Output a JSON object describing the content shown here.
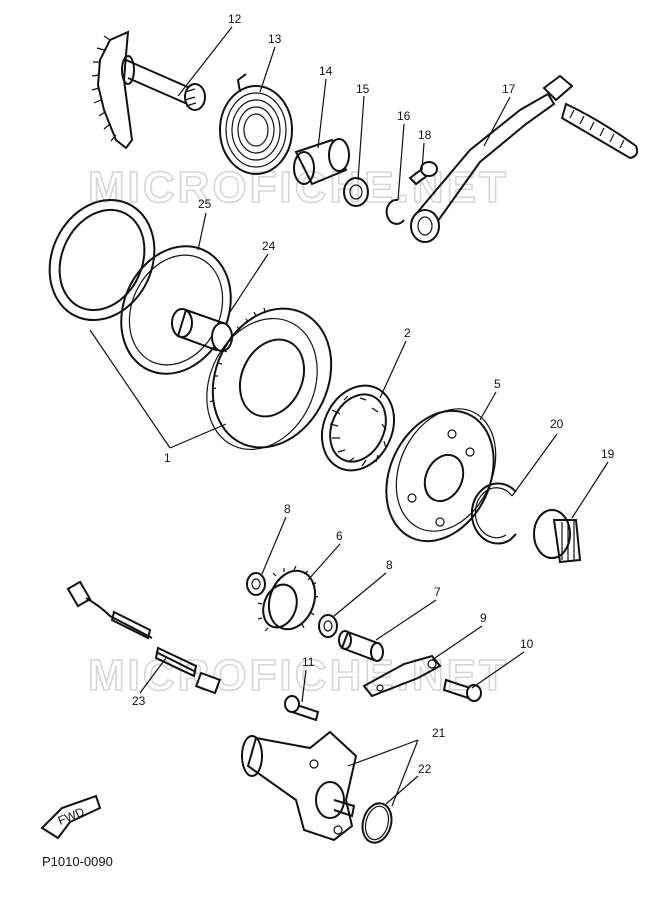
{
  "diagram": {
    "code": "P1010-0090",
    "watermark": [
      "MICROFICHE.NET",
      "MICROFICHE.NET"
    ],
    "fwd_label": "FWD",
    "labels": [
      {
        "id": "12",
        "text": "12"
      },
      {
        "id": "13",
        "text": "13"
      },
      {
        "id": "14",
        "text": "14"
      },
      {
        "id": "15",
        "text": "15"
      },
      {
        "id": "16",
        "text": "16"
      },
      {
        "id": "17",
        "text": "17"
      },
      {
        "id": "18",
        "text": "18"
      },
      {
        "id": "25",
        "text": "25"
      },
      {
        "id": "24",
        "text": "24"
      },
      {
        "id": "2",
        "text": "2"
      },
      {
        "id": "1",
        "text": "1"
      },
      {
        "id": "5",
        "text": "5"
      },
      {
        "id": "20",
        "text": "20"
      },
      {
        "id": "19",
        "text": "19"
      },
      {
        "id": "8a",
        "text": "8"
      },
      {
        "id": "6",
        "text": "6"
      },
      {
        "id": "8b",
        "text": "8"
      },
      {
        "id": "7",
        "text": "7"
      },
      {
        "id": "9",
        "text": "9"
      },
      {
        "id": "10",
        "text": "10"
      },
      {
        "id": "11",
        "text": "11"
      },
      {
        "id": "23",
        "text": "23"
      },
      {
        "id": "21",
        "text": "21"
      },
      {
        "id": "22",
        "text": "22"
      }
    ]
  }
}
